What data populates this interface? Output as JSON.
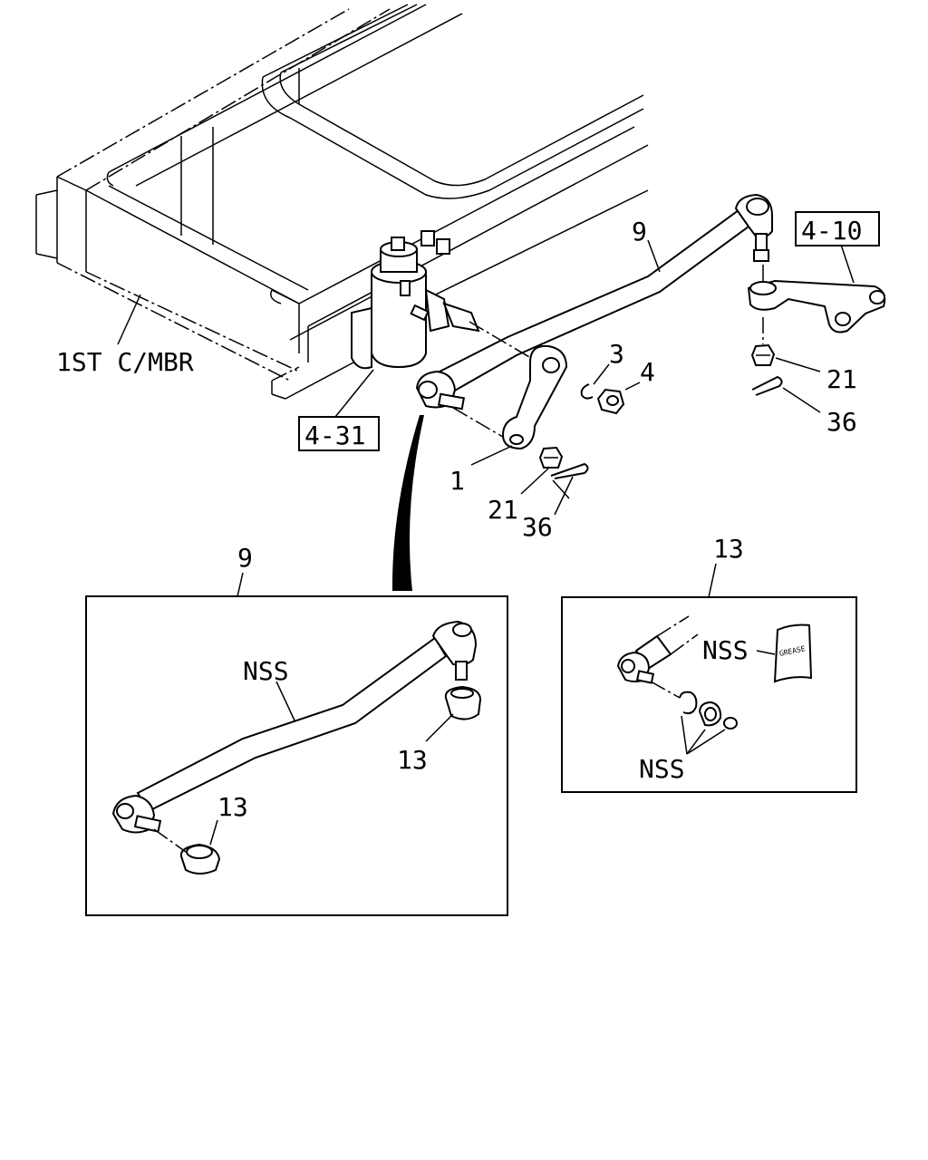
{
  "labels": {
    "frame_member": "1ST C/MBR",
    "ref_gearbox": "4-31",
    "ref_arm": "4-10",
    "drag_link_top": "9",
    "item_1": "1",
    "item_3": "3",
    "item_4": "4",
    "item_21_right": "21",
    "item_36_right": "36",
    "item_21_lower": "21",
    "item_36_lower": "36",
    "box_left_title": "9",
    "box_right_title": "13",
    "nss_left": "NSS",
    "item_13_box_a": "13",
    "item_13_box_b": "13",
    "nss_right_top": "NSS",
    "nss_right_bottom": "NSS",
    "grease_pack": "GREASE"
  },
  "icons": [
    "steering-gearbox-icon",
    "drag-link-icon",
    "pitman-arm-icon",
    "idler-arm-icon",
    "castle-nut-icon",
    "cotter-pin-icon",
    "snap-ring-icon",
    "ball-joint-boot-icon",
    "grease-packet-icon"
  ]
}
